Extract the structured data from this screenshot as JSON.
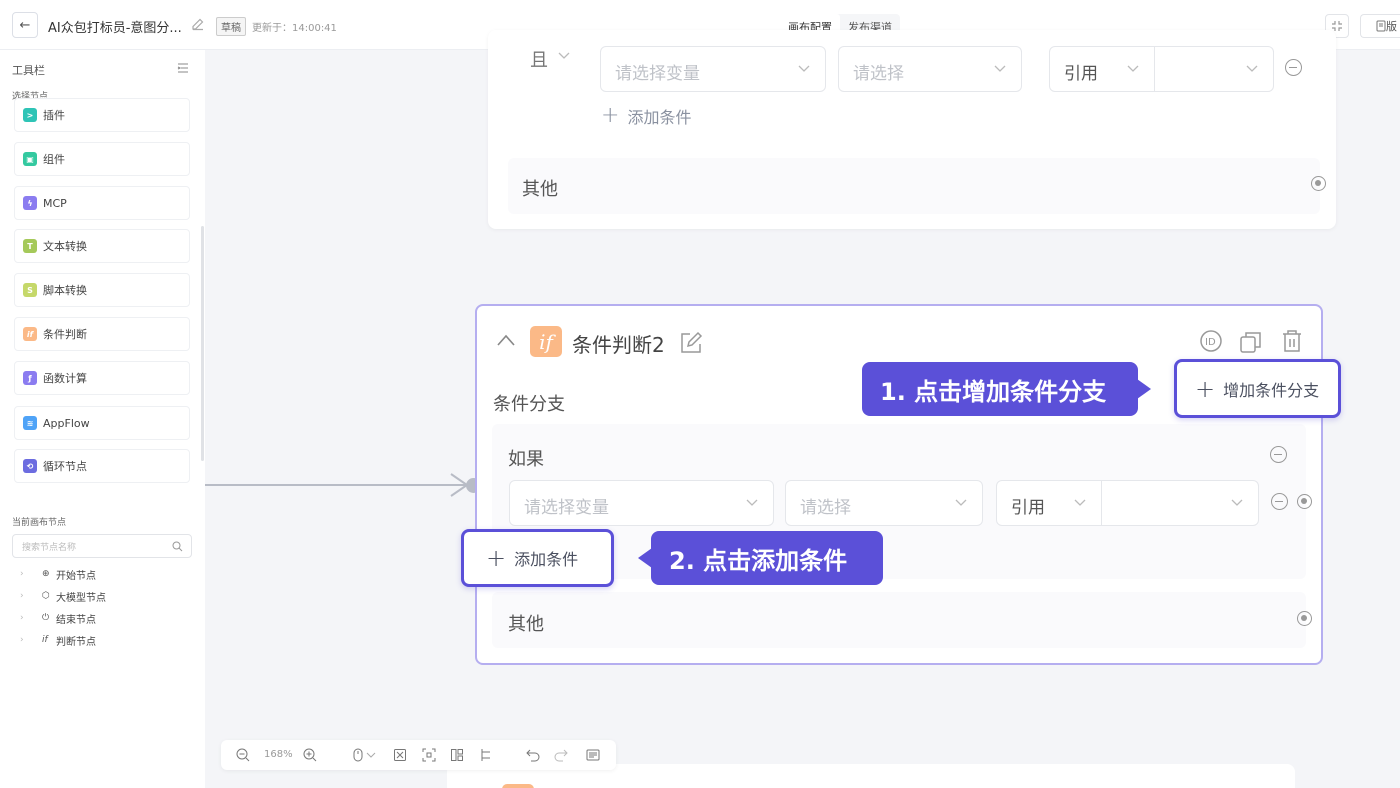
{
  "topbar": {
    "back_icon": "arrow-left-icon",
    "title": "AI众包打标员-意图分...",
    "draft_badge": "草稿",
    "saved_text": "更新于：14:00:41",
    "tabs": [
      {
        "label": "画布配置",
        "active": true
      },
      {
        "label": "发布渠道",
        "active": false
      }
    ],
    "right_label": "版"
  },
  "sidebar": {
    "title": "工具栏",
    "section_label": "选择节点",
    "nodes": [
      {
        "label": "插件",
        "color": "#2ec4b6"
      },
      {
        "label": "组件",
        "color": "#34c9a0"
      },
      {
        "label": "MCP",
        "color": "#8b7cf0"
      },
      {
        "label": "文本转换",
        "color": "#a5c95a"
      },
      {
        "label": "脚本转换",
        "color": "#c5d86a"
      },
      {
        "label": "条件判断",
        "color": "#fbb987"
      },
      {
        "label": "函数计算",
        "color": "#8b7cf0"
      },
      {
        "label": "AppFlow",
        "color": "#4fa3f7"
      },
      {
        "label": "循环节点",
        "color": "#6c6ce0"
      }
    ],
    "section2_label": "当前画布节点",
    "search_placeholder": "搜索节点名称",
    "tree": [
      {
        "label": "开始节点",
        "icon": "⊕"
      },
      {
        "label": "大模型节点",
        "icon": "⬡"
      },
      {
        "label": "结束节点",
        "icon": "⏻"
      },
      {
        "label": "判断节点",
        "icon": "if"
      }
    ]
  },
  "card_top": {
    "and_label": "且",
    "var_placeholder": "请选择变量",
    "op_placeholder": "请选择",
    "ref_label": "引用",
    "add_condition": "添加条件",
    "else_label": "其他"
  },
  "card_main": {
    "if_icon": "if",
    "title": "条件判断2",
    "branch_section": "条件分支",
    "if_label": "如果",
    "var_placeholder": "请选择变量",
    "op_placeholder": "请选择",
    "ref_label": "引用",
    "add_condition": "添加条件",
    "add_branch": "增加条件分支",
    "else_label": "其他"
  },
  "callouts": {
    "step1": "1. 点击增加条件分支",
    "step2": "2. 点击添加条件"
  },
  "zoombar": {
    "zoom": "168%"
  },
  "colors": {
    "accent": "#5b50d8",
    "card_border": "#b5aef0",
    "if_orange": "#fbb987"
  }
}
